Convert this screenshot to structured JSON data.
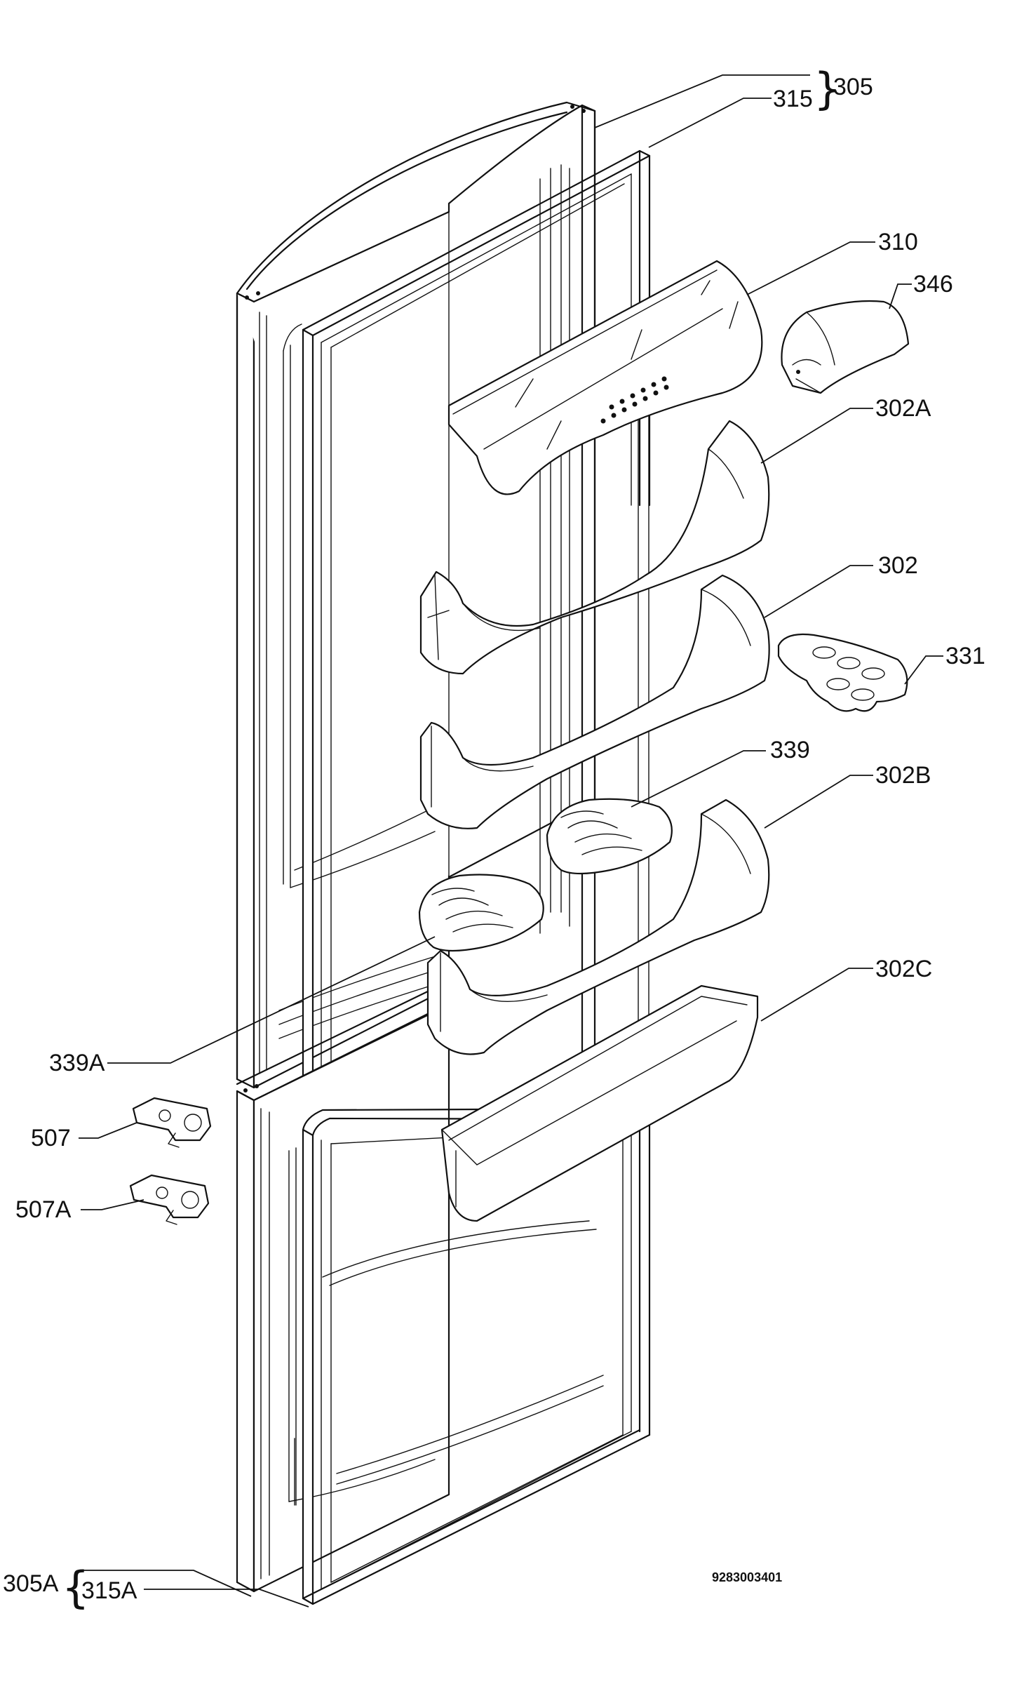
{
  "diagram": {
    "document_number": "9283003401",
    "part_labels": {
      "p305": "305",
      "p315": "315",
      "p310": "310",
      "p346": "346",
      "p302A": "302A",
      "p302": "302",
      "p331": "331",
      "p339": "339",
      "p302B": "302B",
      "p302C": "302C",
      "p339A": "339A",
      "p507": "507",
      "p507A": "507A",
      "p305A": "305A",
      "p315A": "315A"
    }
  }
}
